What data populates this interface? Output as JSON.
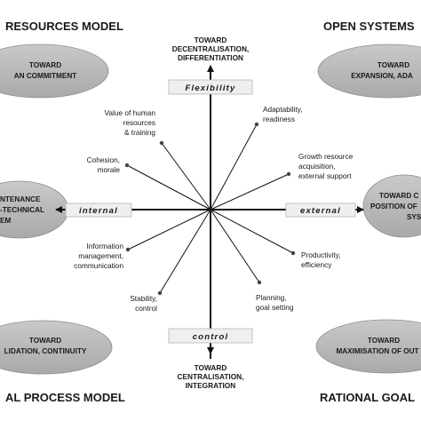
{
  "models": {
    "top_left": "RESOURCES MODEL",
    "top_right": "OPEN SYSTEMS",
    "bottom_left": "AL PROCESS MODEL",
    "bottom_right": "RATIONAL GOAL"
  },
  "axes": {
    "top": "Flexibility",
    "bottom": "control",
    "left": "internal",
    "right": "external"
  },
  "toward_top": {
    "line1": "TOWARD",
    "line2": "DECENTRALISATION,",
    "line3": "DIFFERENTIATION"
  },
  "toward_bottom": {
    "line1": "TOWARD",
    "line2": "CENTRALISATION,",
    "line3": "INTEGRATION"
  },
  "ovals": {
    "top_left": {
      "line1": "TOWARD",
      "line2": "AN COMMITMENT"
    },
    "top_right": {
      "line1": "TOWARD",
      "line2": "EXPANSION, ADA"
    },
    "mid_left": {
      "line1": "NTENANCE",
      "line2": "-TECHNICAL",
      "line3": "EM"
    },
    "mid_right": {
      "line1": "TOWARD C",
      "line2": "POSITION OF",
      "line3": "SYS"
    },
    "bottom_left": {
      "line1": "TOWARD",
      "line2": "LIDATION, CONTINUITY"
    },
    "bottom_right": {
      "line1": "TOWARD",
      "line2": "MAXIMISATION OF OUT"
    }
  },
  "spokes": {
    "human_resources": {
      "line1": "Value of human",
      "line2": "resources",
      "line3": "& training"
    },
    "adaptability": {
      "line1": "Adaptability,",
      "line2": "readiness"
    },
    "cohesion": {
      "line1": "Cohesion,",
      "line2": "morale"
    },
    "growth": {
      "line1": "Growth resource",
      "line2": "acquisition,",
      "line3": "external support"
    },
    "information": {
      "line1": "Information",
      "line2": "management,",
      "line3": "communication"
    },
    "productivity": {
      "line1": "Productivity,",
      "line2": "efficiency"
    },
    "stability": {
      "line1": "Stability,",
      "line2": "control"
    },
    "planning": {
      "line1": "Planning,",
      "line2": "goal setting"
    }
  }
}
